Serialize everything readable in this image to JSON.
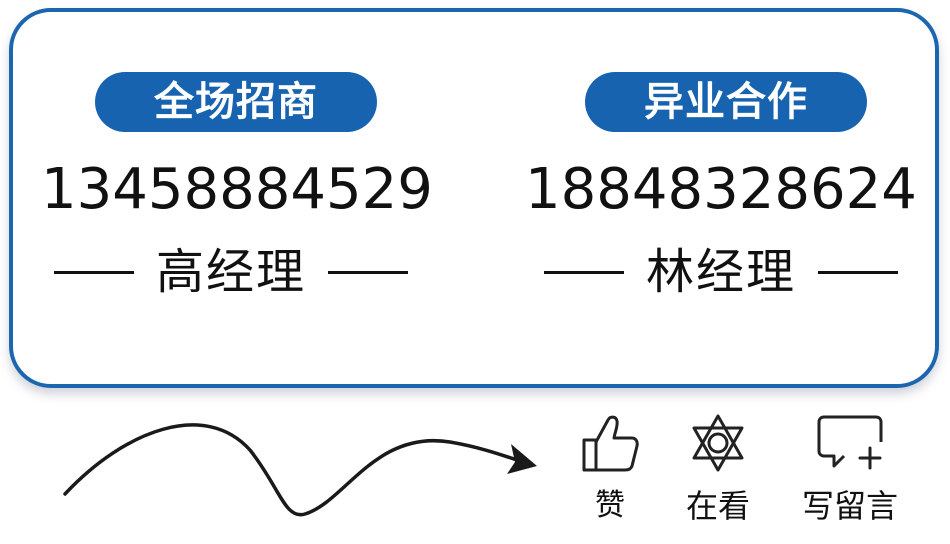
{
  "contacts": [
    {
      "title": "全场招商",
      "phone": "13458884529",
      "name": "高经理"
    },
    {
      "title": "异业合作",
      "phone": "18848328624",
      "name": "林经理"
    }
  ],
  "actions": {
    "like_label": "赞",
    "view_label": "在看",
    "comment_label": "写留言"
  },
  "icons": {
    "like": "thumbs-up-icon",
    "view": "star-of-david-icon",
    "comment": "comment-plus-icon",
    "pointer": "curved-arrow-icon"
  },
  "colors": {
    "accent": "#1763b0",
    "border": "#1c66b0",
    "text": "#111111"
  }
}
